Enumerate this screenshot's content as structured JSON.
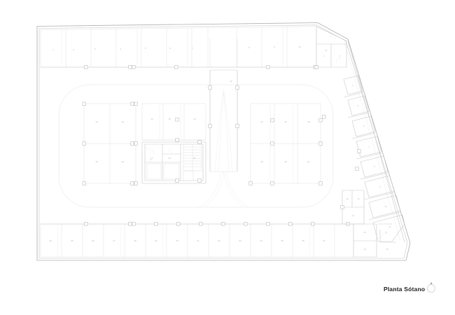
{
  "drawing": {
    "title": "Planta Sótano",
    "north_label": "N",
    "line_color": "#d5d5d5",
    "wall_color": "#bdbdbd",
    "text_color": "#b9b9b9",
    "background": "#ffffff",
    "title_color": "#1d1d1d"
  },
  "parking": {
    "top_row": {
      "count": 11,
      "labels": [
        "1",
        "2",
        "3",
        "4",
        "5",
        "6",
        "7",
        "8",
        "9",
        "10",
        "11"
      ]
    },
    "bottom_row": {
      "count": 14,
      "labels": [
        "24",
        "25",
        "26",
        "27",
        "28",
        "29",
        "30",
        "31",
        "32",
        "33",
        "34",
        "35",
        "36",
        "37"
      ]
    },
    "left_block": {
      "count": 4,
      "labels": [
        "12",
        "13",
        "18",
        "19"
      ]
    },
    "center_block": {
      "count": 6,
      "labels": [
        "14",
        "15",
        "16",
        "17",
        "20",
        "21"
      ]
    },
    "right_block": {
      "count": 6,
      "labels": [
        "22",
        "23",
        "38",
        "39",
        "40",
        "41"
      ]
    },
    "ramp_label": "42"
  },
  "storage": {
    "top_right": {
      "labels": [
        "1",
        "2",
        "3"
      ]
    },
    "diagonal_wing": {
      "labels": [
        "4",
        "5",
        "6",
        "7",
        "8",
        "9",
        "10",
        "11"
      ]
    },
    "bottom_right": {
      "labels": [
        "12",
        "13",
        "14",
        "15",
        "16",
        "17",
        "18"
      ]
    }
  },
  "core": {
    "stair_label": "S",
    "rooms": [
      "A",
      "B",
      "C"
    ]
  }
}
